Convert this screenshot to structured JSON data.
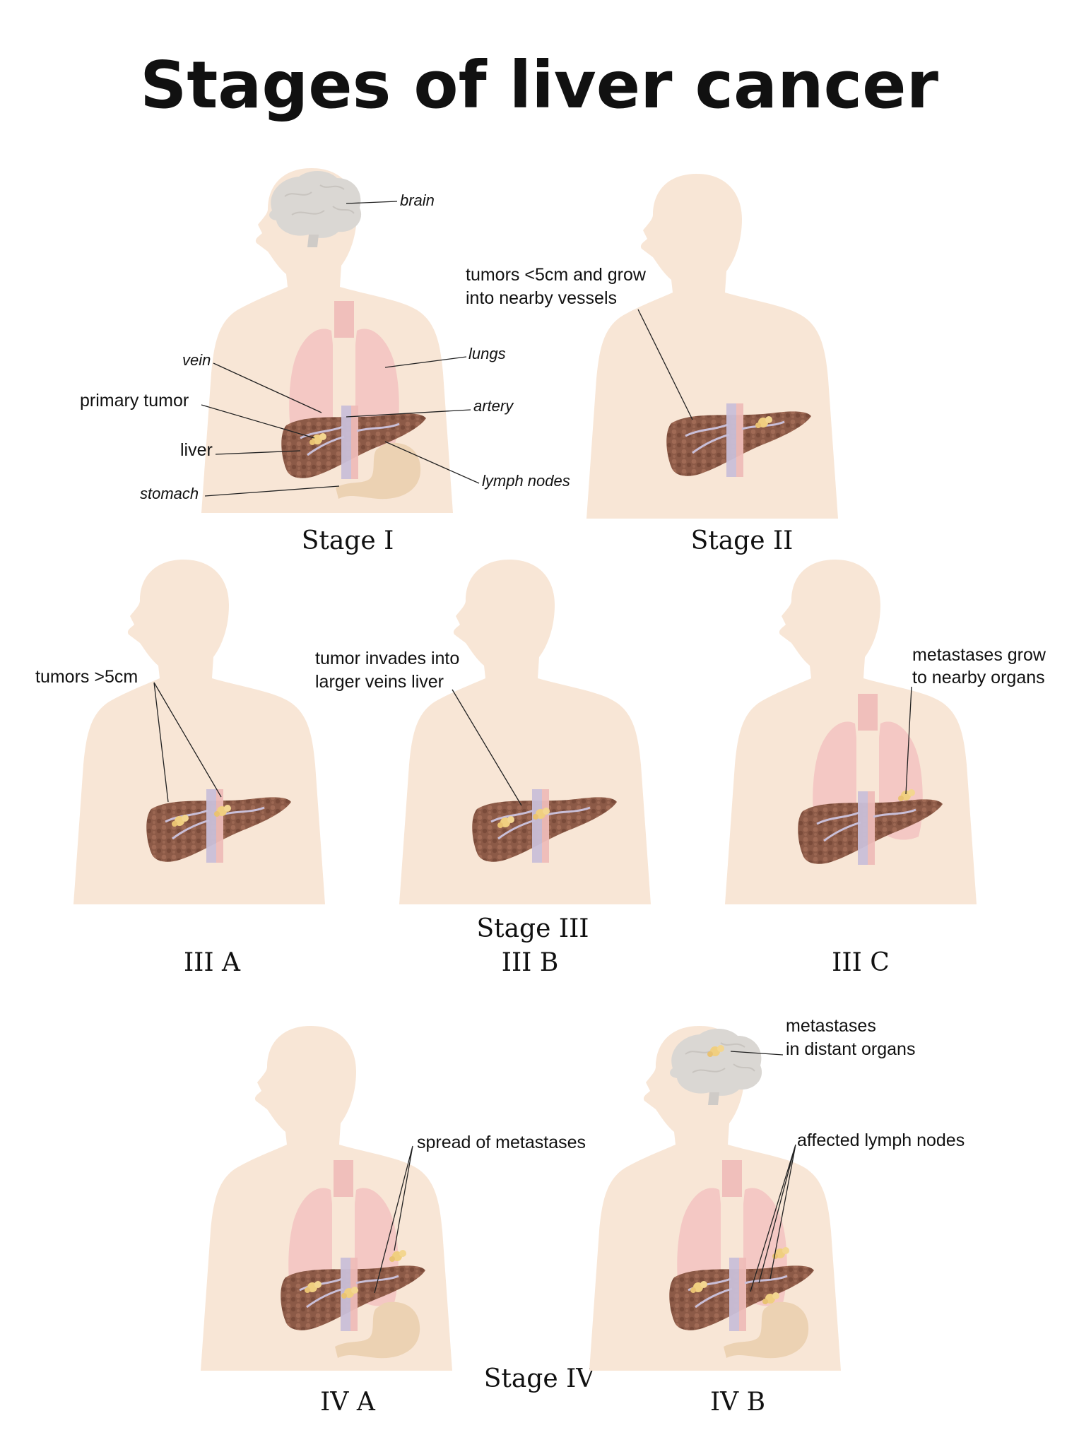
{
  "title": "Stages of liver cancer",
  "colors": {
    "skin": "#f8e6d6",
    "lung": "#f4c8c4",
    "liver": "#8f5b48",
    "stomach": "#ecd2b3",
    "brain": "#dad7d3",
    "tumor": "#f0cf80",
    "vessel_vein": "#c9bfd8",
    "vessel_artery": "#eebcb8"
  },
  "stage1": {
    "name": "Stage I",
    "labels": {
      "brain": "brain",
      "lungs": "lungs",
      "vein": "vein",
      "artery": "artery",
      "primary_tumor": "primary tumor",
      "liver": "liver",
      "lymph_nodes": "lymph nodes",
      "stomach": "stomach"
    }
  },
  "stage2": {
    "name": "Stage II",
    "note_line1": "tumors <5cm and grow",
    "note_line2": "into nearby vessels"
  },
  "stage3": {
    "name": "Stage III",
    "a": {
      "name": "III A",
      "note_line1": "tumors >5cm"
    },
    "b": {
      "name": "III B",
      "note_line1": "tumor invades into",
      "note_line2": "larger veins liver"
    },
    "c": {
      "name": "III C",
      "note_line1": "metastases grow",
      "note_line2": "to nearby organs"
    }
  },
  "stage4": {
    "name": "Stage IV",
    "a": {
      "name": "IV A",
      "note_line1": "spread of metastases"
    },
    "b": {
      "name": "IV B",
      "note1_line1": "metastases",
      "note1_line2": "in distant organs",
      "note2_line1": "affected lymph nodes"
    }
  }
}
